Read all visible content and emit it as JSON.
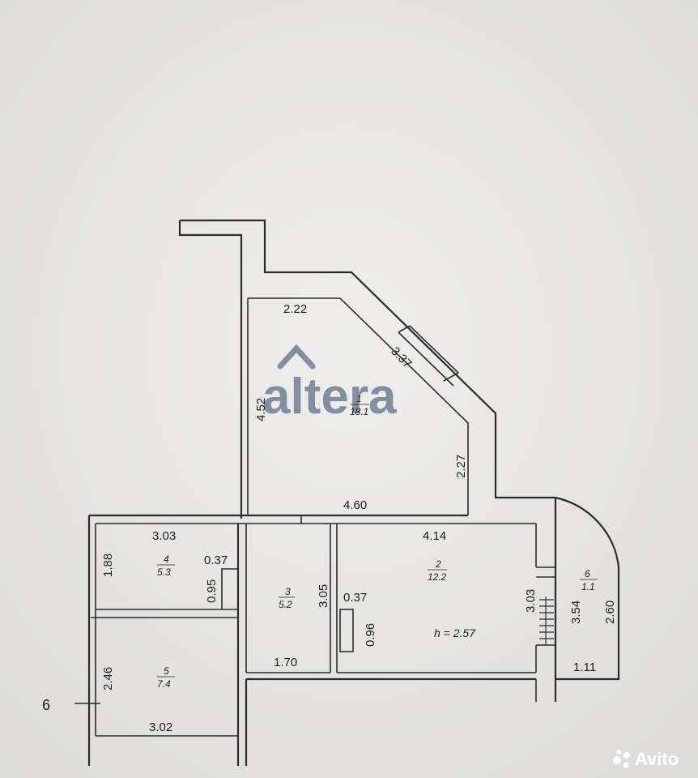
{
  "watermark": {
    "brand": "altera"
  },
  "avito": {
    "brand": "Avito"
  },
  "axis_label": "6",
  "rooms": [
    {
      "num": "1",
      "area": "18.1"
    },
    {
      "num": "2",
      "area": "12.2"
    },
    {
      "num": "3",
      "area": "5.2"
    },
    {
      "num": "4",
      "area": "5.3"
    },
    {
      "num": "5",
      "area": "7.4"
    },
    {
      "num": "6",
      "area": "1.1"
    }
  ],
  "ceiling_height": "h = 2.57",
  "dimensions": {
    "r1_top": "2.22",
    "r1_diag": "3.37",
    "r1_left": "4.52",
    "r1_right": "2.27",
    "r1_bottom": "4.60",
    "r4_top": "3.03",
    "r4_left": "1.88",
    "r4_niche_w": "0.37",
    "r4_niche_h": "0.95",
    "r3_height": "3.05",
    "r3_bottom": "1.70",
    "r2_top": "4.14",
    "r2_niche_w": "0.37",
    "r2_niche_h": "0.96",
    "r2_right": "3.03",
    "r6_inner": "3.54",
    "r6_outer": "2.60",
    "r6_bottom": "1.11",
    "r5_left": "2.46",
    "r5_bottom": "3.02"
  },
  "colors": {
    "line": "#2b2b2b",
    "paper": "#e9e8e6",
    "watermark": "#5a6a86"
  }
}
